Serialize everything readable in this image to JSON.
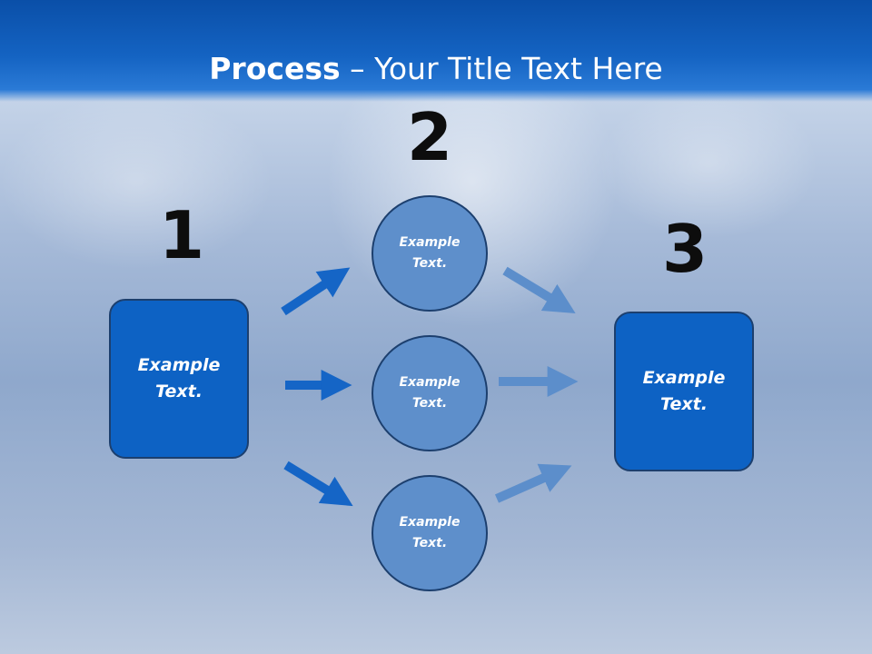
{
  "title": {
    "bold": "Process",
    "rest": " – Your Title Text Here"
  },
  "steps": {
    "one": "1",
    "two": "2",
    "three": "3"
  },
  "left_box": {
    "text": "Example Text."
  },
  "right_box": {
    "text": "Example Text."
  },
  "circles": [
    {
      "text": "Example Text."
    },
    {
      "text": "Example Text."
    },
    {
      "text": "Example Text."
    }
  ],
  "colors": {
    "header": "#1463c2",
    "box": "#0d62c4",
    "circle": "#5e8fcb",
    "arrow_dark": "#1565c6",
    "arrow_light": "#5c8ecb"
  }
}
